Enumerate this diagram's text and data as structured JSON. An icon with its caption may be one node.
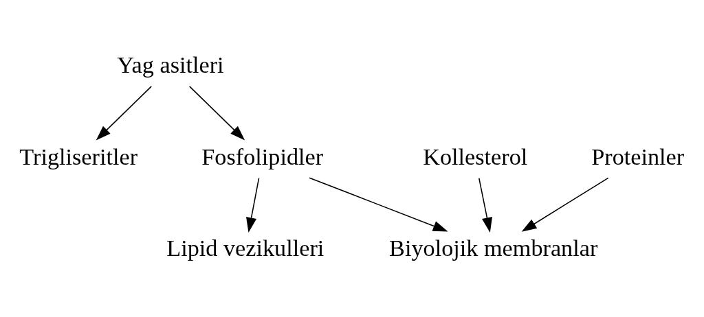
{
  "diagram": {
    "nodes": [
      {
        "text": [
          "Yag asitleri"
        ]
      },
      {
        "text": [
          "Trigliseritler"
        ]
      },
      {
        "text": [
          "Fosfolipidler"
        ]
      },
      {
        "text": [
          "Kollesterol"
        ]
      },
      {
        "text": [
          "Proteinler"
        ]
      },
      {
        "text": [
          "Lipid vezikulleri"
        ]
      },
      {
        "text": [
          "Biyolojik membranlar"
        ]
      }
    ],
    "edges": [
      {
        "from": 0,
        "to": 1,
        "arrow": "to"
      },
      {
        "from": 0,
        "to": 2,
        "arrow": "to"
      },
      {
        "from": 2,
        "to": 5,
        "arrow": "to"
      },
      {
        "from": 2,
        "to": 6,
        "arrow": "to"
      },
      {
        "from": 3,
        "to": 6,
        "arrow": "to"
      },
      {
        "from": 4,
        "to": 6,
        "arrow": "to"
      }
    ]
  }
}
